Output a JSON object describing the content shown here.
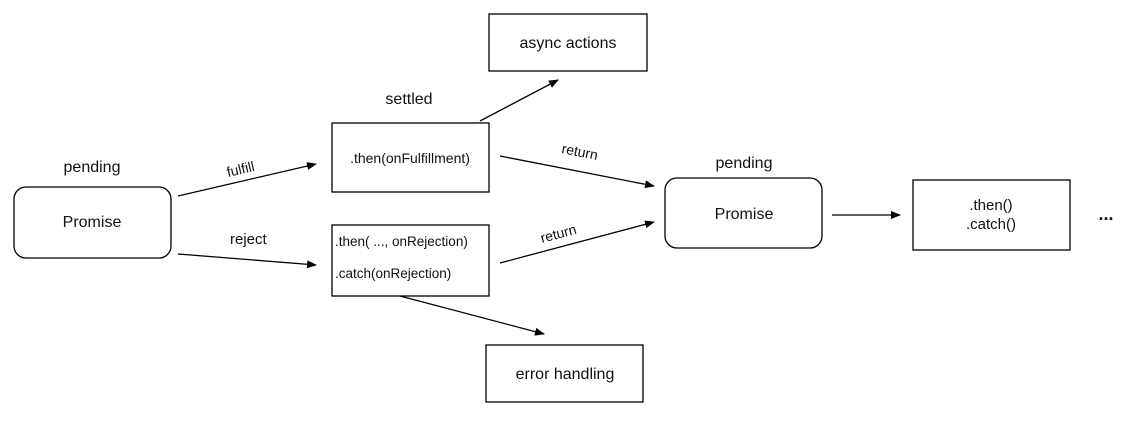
{
  "diagram": {
    "nodes": {
      "promise_start": {
        "label": "Promise",
        "state": "pending"
      },
      "then_fulfill": {
        "label": ".then(onFulfillment)",
        "state": "settled"
      },
      "reject_handlers": {
        "lines": [
          ".then( ..., onRejection)",
          ".catch(onRejection)"
        ]
      },
      "async_actions": {
        "label": "async actions"
      },
      "error_handling": {
        "label": "error handling"
      },
      "promise_next": {
        "label": "Promise",
        "state": "pending"
      },
      "then_catch_next": {
        "lines": [
          ".then()",
          ".catch()"
        ]
      },
      "ellipsis": "..."
    },
    "edges": {
      "fulfill": "fulfill",
      "reject": "reject",
      "return_top": "return",
      "return_bottom": "return"
    }
  }
}
